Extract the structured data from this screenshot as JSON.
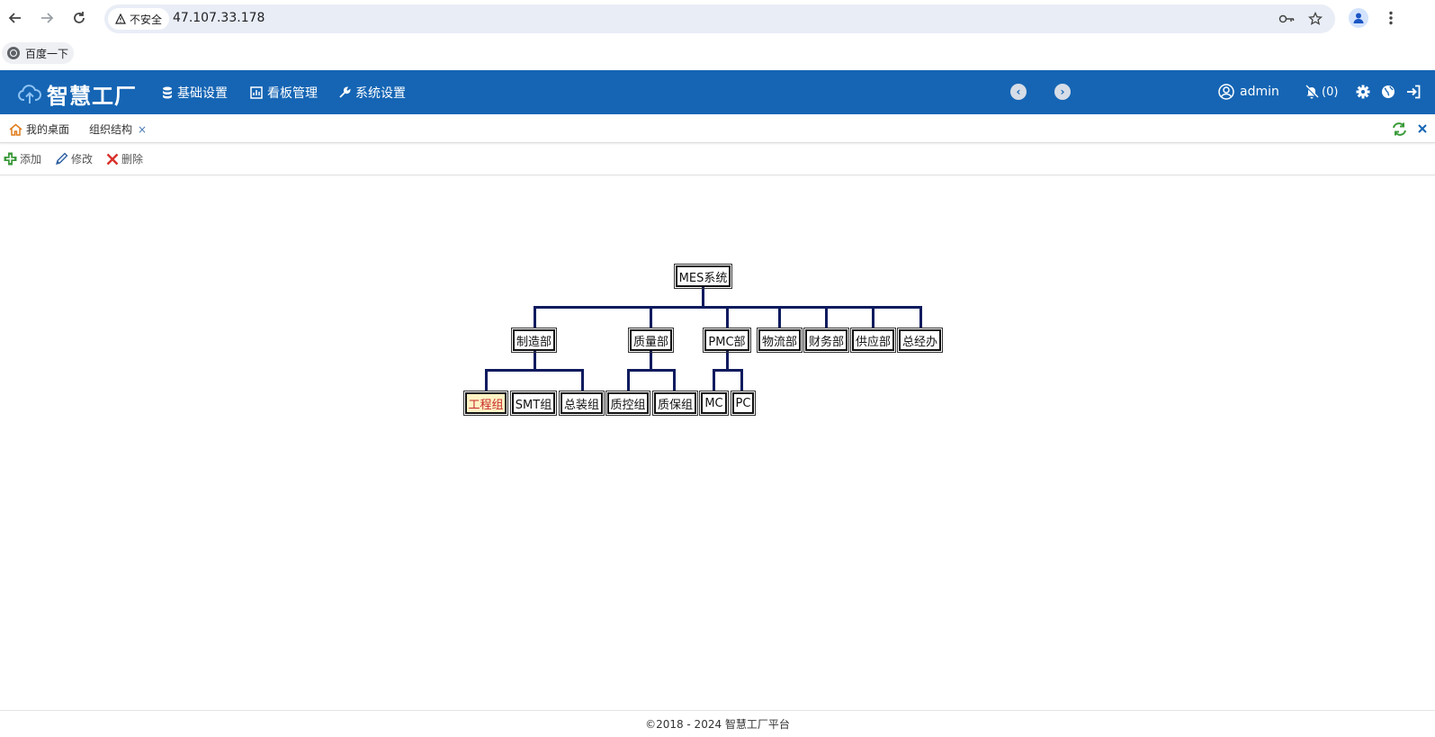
{
  "browser": {
    "security_label": "不安全",
    "url": "47.107.33.178",
    "bookmark_label": "百度一下"
  },
  "header": {
    "brand": "智慧工厂",
    "menu": [
      {
        "label": "基础设置",
        "icon": "database-icon"
      },
      {
        "label": "看板管理",
        "icon": "board-icon"
      },
      {
        "label": "系统设置",
        "icon": "wrench-icon"
      }
    ],
    "user": "admin",
    "notifications": "(0)",
    "colors": {
      "accent": "#1565b4"
    }
  },
  "tabs": [
    {
      "label": "我的桌面",
      "closable": false
    },
    {
      "label": "组织结构",
      "closable": true,
      "active": true
    }
  ],
  "tab_close_glyph": "×",
  "toolbar": {
    "add_label": "添加",
    "edit_label": "修改",
    "delete_label": "删除"
  },
  "org": {
    "root": "MES系统",
    "departments": [
      "制造部",
      "质量部",
      "PMC部",
      "物流部",
      "财务部",
      "供应部",
      "总经办"
    ],
    "manufacturing_groups": [
      "工程组",
      "SMT组",
      "总装组"
    ],
    "quality_groups": [
      "质控组",
      "质保组"
    ],
    "pmc_groups": [
      "MC",
      "PC"
    ],
    "selected": "工程组"
  },
  "footer": {
    "text": "©2018 - 2024 智慧工厂平台"
  }
}
